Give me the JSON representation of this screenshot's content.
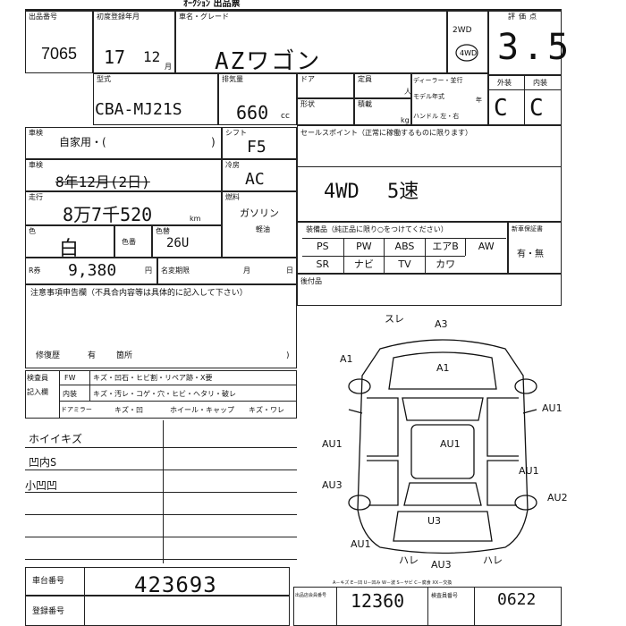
{
  "header": {
    "title_fragment": "ｵｰｸｼｮﾝ 出品票",
    "lot_label": "出品番号",
    "lot_number": "7065",
    "first_reg_label": "初度登録年月",
    "first_reg_year": "17",
    "first_reg_month": "12",
    "month_unit": "月",
    "car_name_label": "車名・グレード",
    "car_name": "AZワゴン",
    "twowd_label": "2WD",
    "fourwd_label": "4WD",
    "score_label": "評価点",
    "score": "3.5",
    "exterior_label": "外装",
    "interior_label": "内装",
    "exterior_grade": "C",
    "interior_grade": "C"
  },
  "model": {
    "model_label": "型式",
    "model_code": "CBA-MJ21S",
    "displacement_label": "排気量",
    "displacement": "660",
    "cc_unit": "cc",
    "door_label": "ドア",
    "capacity_label": "定員",
    "person_unit": "人",
    "shape_label": "形状",
    "load_label": "積載",
    "kg_unit": "kg",
    "dealer_label": "ディーラー・並行",
    "model_year_label": "モデル年式",
    "year_unit": "年",
    "handle_label": "ハンドル 左・右"
  },
  "details": {
    "inspection_label": "車検",
    "usage_label": "自家用・(",
    "usage_close": ")",
    "shaken_label": "車検",
    "shaken_value": "8年12月(2日)",
    "mileage_label": "走行",
    "mileage_value": "8万7千520",
    "km_unit": "km",
    "color_label": "色",
    "color_value": "白",
    "color_no_label": "色番",
    "color_change_label": "色替",
    "color_code": "26U",
    "recycle_label": "R券",
    "recycle_value": "9,380",
    "yen_unit": "円",
    "title_change_label": "名変期限",
    "month_label": "月",
    "day_label": "日",
    "shift_label": "シフト",
    "shift_value": "F5",
    "ac_label": "冷房",
    "ac_value": "AC",
    "fuel_label": "燃料",
    "fuel_value": "ガソリン",
    "oil_label": "軽油"
  },
  "sales_point": {
    "label": "セールスポイント（正常に稼働するものに限ります）",
    "value": "4WD 5速"
  },
  "equipment": {
    "label": "装備品（純正品に限り○をつけてください）",
    "items_row1": [
      "PS",
      "PW",
      "ABS",
      "エアB",
      "AW"
    ],
    "items_row2": [
      "SR",
      "ナビ",
      "TV",
      "カワ"
    ],
    "new_car_label": "新車保証書",
    "new_car_value": "有・無"
  },
  "aftermarket": {
    "label": "後付品"
  },
  "notes": {
    "label": "注意事項申告欄（不具合内容等は具体的に記入して下さい）",
    "repair_label": "修復歴",
    "repair_value": "有",
    "place_label": "箇所",
    "close": ")"
  },
  "inspector_block": {
    "row_labels": [
      "検査員",
      "記入欄"
    ],
    "rows": [
      {
        "head": "FW",
        "text": "キズ・凹石・ヒビ割・リペア跡・X要"
      },
      {
        "head": "内装",
        "text": "キズ・汚レ・コゲ・穴・ヒビ・ヘタリ・破レ"
      },
      {
        "head": "ドアミラー",
        "text": "キズ・凹",
        "extra": "ホイール・キャップ",
        "extra2": "キズ・ワレ"
      }
    ],
    "handwritten_notes": [
      "ホイイキズ",
      "凹内S",
      "小凹凹"
    ]
  },
  "diagram": {
    "marks": [
      "A1",
      "A3",
      "A1",
      "AU1",
      "AU1",
      "AU1",
      "AU3",
      "AU1",
      "AU2",
      "U3",
      "AU3",
      "AU1"
    ],
    "handwritten_top": "スレ",
    "handwritten_bottom_left": "ハレ",
    "handwritten_bottom_right": "ハレ"
  },
  "footer": {
    "chassis_label": "車台番号",
    "chassis_value": "423693",
    "reg_label": "登録番号",
    "member_no_label": "出品店会員番号",
    "member_no_value": "12360",
    "inspector_no_label": "検査員番号",
    "inspector_no_value": "0622",
    "legend": "A－キズ  E－凹  U－凹み  W－波  S－サビ  C－腐食  XX－交換"
  }
}
